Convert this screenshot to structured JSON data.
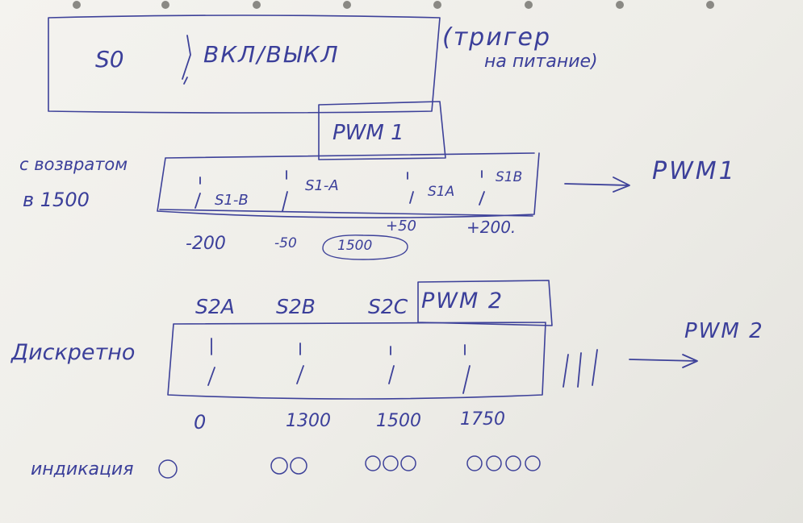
{
  "top": {
    "s0_label": "S0",
    "switch_label": "ВКЛ/ВЫКЛ",
    "note_line1": "(тригер",
    "note_line2": "на питание)"
  },
  "pwm1": {
    "box_label": "PWM 1",
    "left_note_line1": "с возвратом",
    "left_note_line2": "в 1500",
    "switches": [
      "S1-B",
      "S1-A",
      "S1A",
      "S1B"
    ],
    "values": [
      "-200",
      "-50",
      "1500",
      "+50",
      "+200."
    ],
    "output_label": "PWM1"
  },
  "pwm2": {
    "box_label": "PWM 2",
    "left_note": "Дискретно",
    "switches": [
      "S2A",
      "S2B",
      "S2C"
    ],
    "values": [
      "0",
      "1300",
      "1500",
      "1750"
    ],
    "output_label": "PWM 2",
    "indication_label": "индикация"
  },
  "colors": {
    "ink": "#3d4199",
    "paper": "#f1f0ec",
    "background": "#5c5a55"
  }
}
